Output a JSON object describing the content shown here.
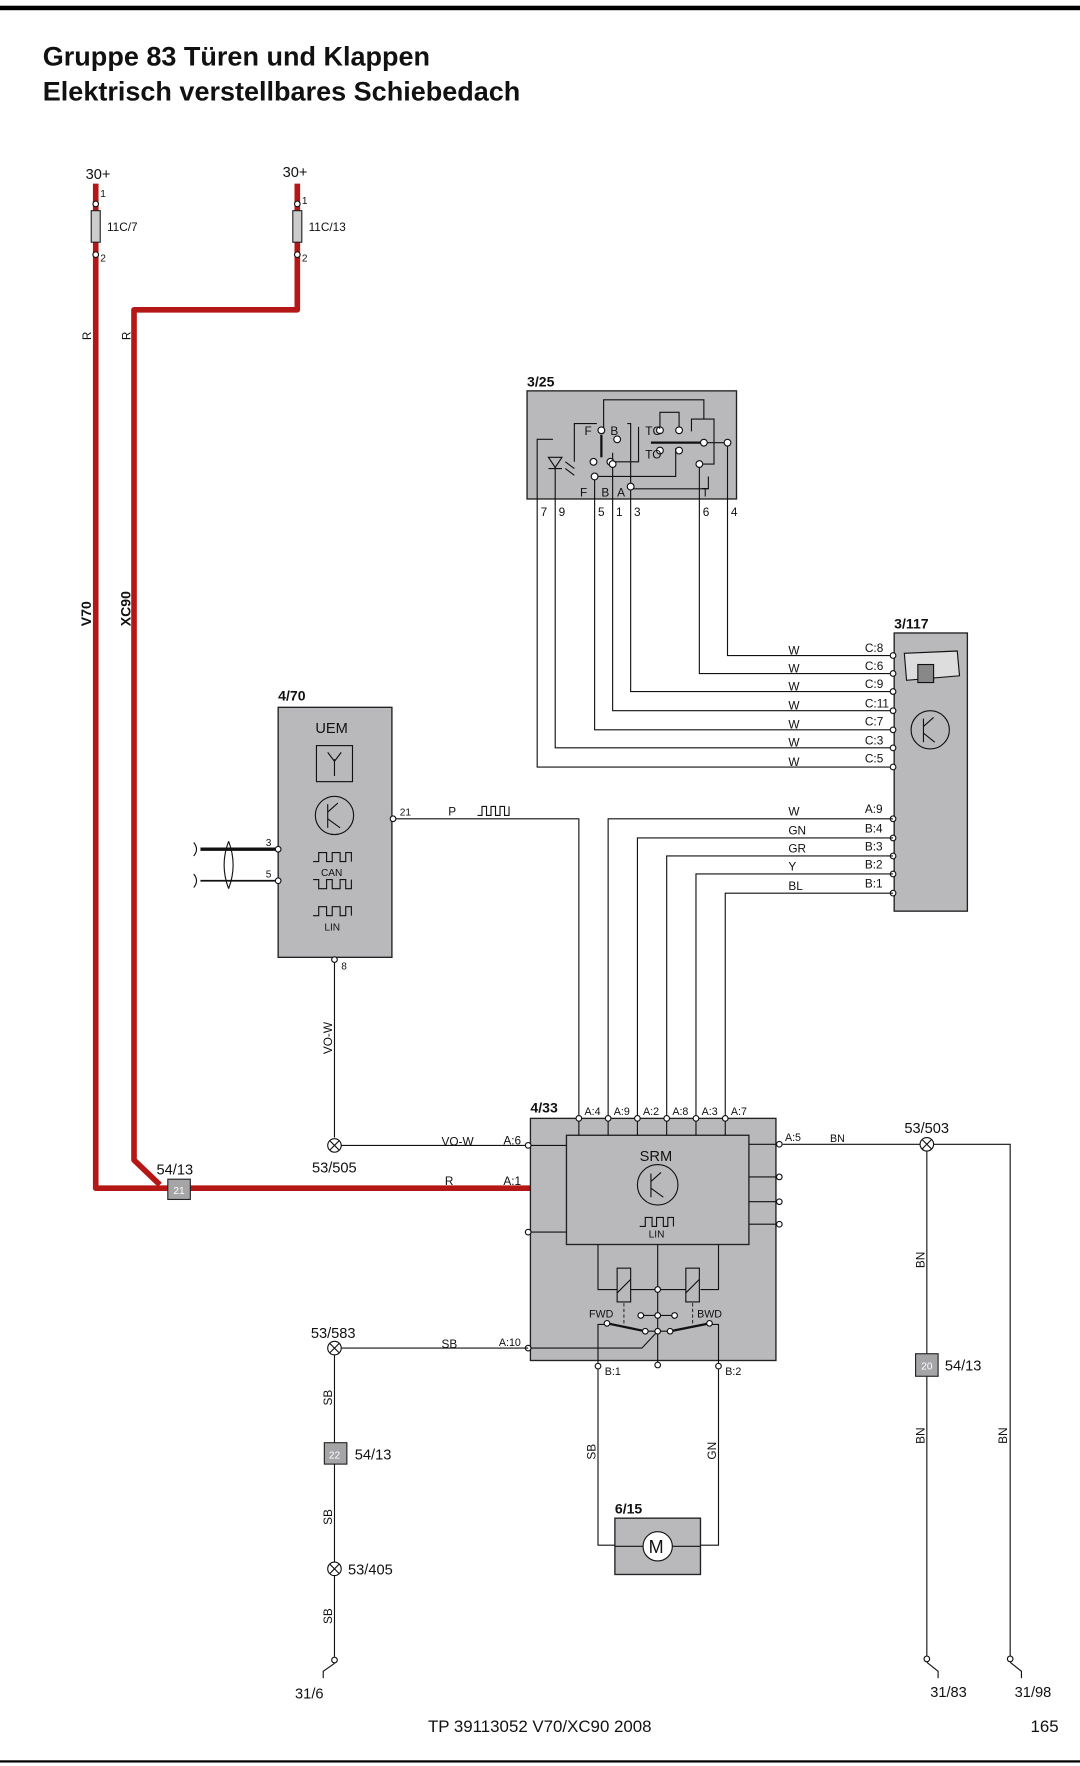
{
  "header": {
    "line1": "Gruppe 83 Türen und Klappen",
    "line2": "Elektrisch verstellbares Schiebedach"
  },
  "fuses": [
    {
      "supply": "30+",
      "id": "11C/7",
      "pin_in": "1",
      "pin_out": "2",
      "wire_color": "R",
      "variant": "V70"
    },
    {
      "supply": "30+",
      "id": "11C/13",
      "pin_in": "1",
      "pin_out": "2",
      "wire_color": "R",
      "variant": "XC90"
    }
  ],
  "switch_3_25": {
    "id": "3/25",
    "labels": {
      "f": "F",
      "b": "B",
      "tc": "TC",
      "to": "TO",
      "f2": "F",
      "b2": "B",
      "a": "A",
      "t": "T"
    },
    "pins": [
      "7",
      "9",
      "5",
      "1",
      "3",
      "6",
      "4"
    ]
  },
  "module_3_117": {
    "id": "3/117",
    "upper": [
      {
        "wire": "W",
        "pin": "C:8"
      },
      {
        "wire": "W",
        "pin": "C:6"
      },
      {
        "wire": "W",
        "pin": "C:9"
      },
      {
        "wire": "W",
        "pin": "C:11"
      },
      {
        "wire": "W",
        "pin": "C:7"
      },
      {
        "wire": "W",
        "pin": "C:3"
      },
      {
        "wire": "W",
        "pin": "C:5"
      }
    ],
    "lower": [
      {
        "wire": "W",
        "pin": "A:9"
      },
      {
        "wire": "GN",
        "pin": "B:4"
      },
      {
        "wire": "GR",
        "pin": "B:3"
      },
      {
        "wire": "Y",
        "pin": "B:2"
      },
      {
        "wire": "BL",
        "pin": "B:1"
      }
    ]
  },
  "uem": {
    "id": "4/70",
    "name": "UEM",
    "can": "CAN",
    "lin": "LIN",
    "pin21": "21",
    "pin3": "3",
    "pin5": "5",
    "pin8": "8",
    "wire21": "P",
    "wire8": "VO-W"
  },
  "srm": {
    "id": "4/33",
    "name": "SRM",
    "lin": "LIN",
    "top_pins": [
      "A:4",
      "A:9",
      "A:2",
      "A:8",
      "A:3",
      "A:7"
    ],
    "a6": "A:6",
    "a1": "A:1",
    "a10": "A:10",
    "a5": "A:5",
    "b1": "B:1",
    "b2": "B:2",
    "fwd": "FWD",
    "bwd": "BWD",
    "wire_a6": "VO-W",
    "wire_a1": "R",
    "wire_a10": "SB",
    "wire_a5": "BN"
  },
  "splices": {
    "s505": "53/505",
    "s503": "53/503",
    "s583": "53/583",
    "s405": "53/405"
  },
  "connectors": {
    "c21": {
      "pin": "21",
      "id": "54/13"
    },
    "c20": {
      "pin": "20",
      "id": "54/13"
    },
    "c22": {
      "pin": "22",
      "id": "54/13"
    }
  },
  "motor": {
    "id": "6/15",
    "symbol": "M",
    "wire_b1": "SB",
    "wire_b2": "GN"
  },
  "wires": {
    "sb": "SB",
    "bn": "BN"
  },
  "grounds": {
    "g1": "31/6",
    "g2": "31/83",
    "g3": "31/98"
  },
  "footer": {
    "doc": "TP 39113052 V70/XC90 2008",
    "page": "165"
  },
  "colors": {
    "red_wire": "#b51616",
    "module_fill": "#b9b9bb"
  }
}
